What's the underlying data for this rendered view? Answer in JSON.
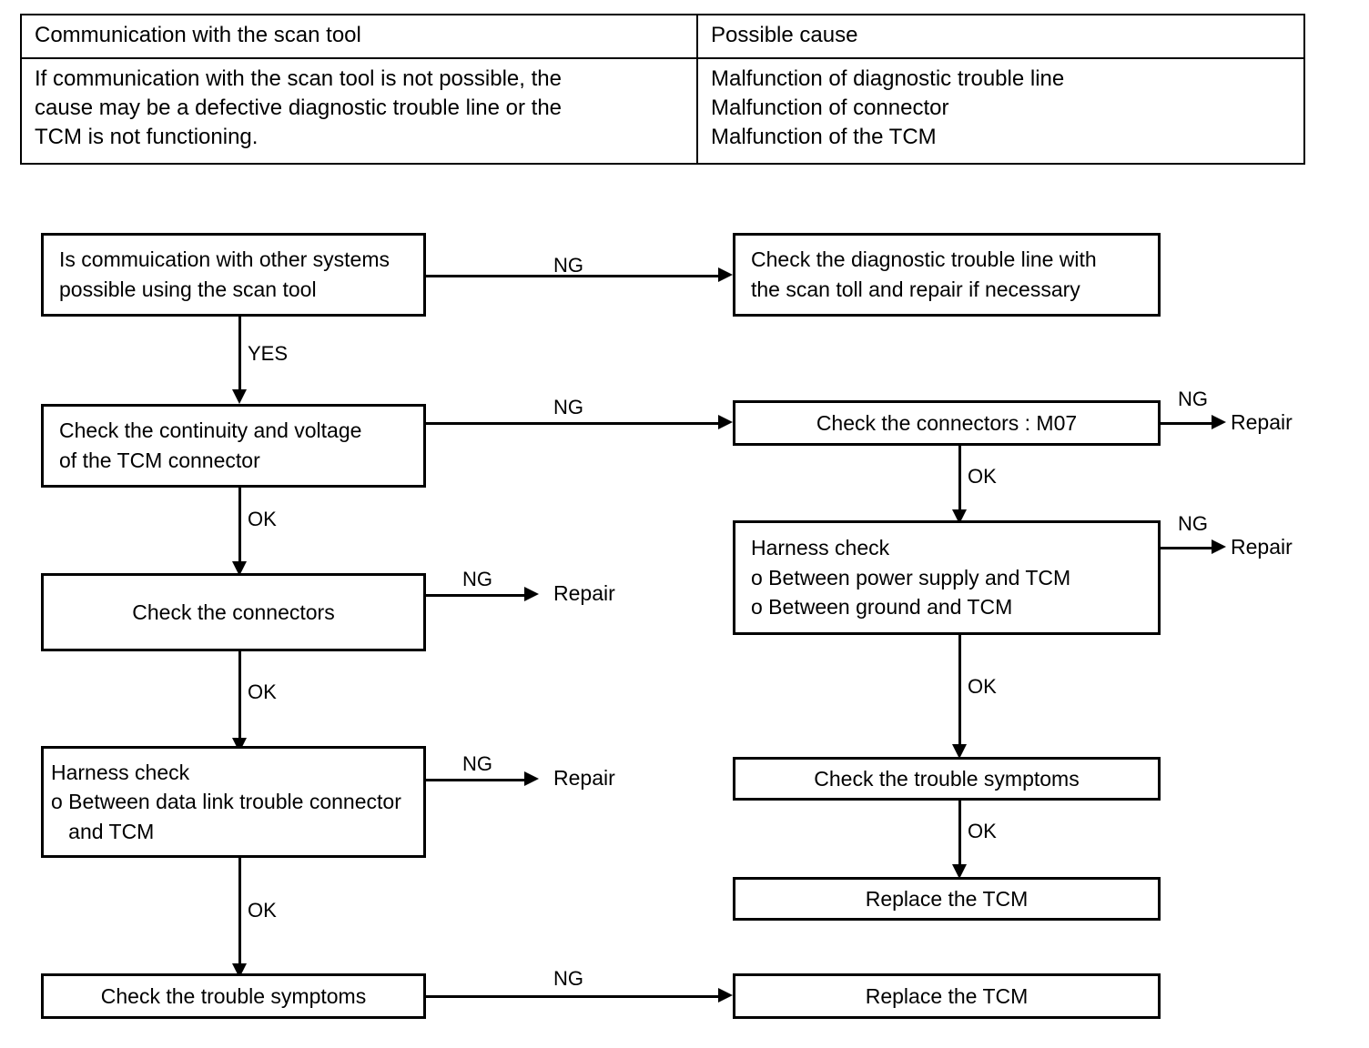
{
  "table": {
    "headers": [
      "Communication with the scan tool",
      "Possible cause"
    ],
    "symptom": "If communication with the scan tool is not possible, the cause may be a defective diagnostic trouble line or the TCM is not functioning.",
    "symptom_lines": [
      "If communication with the scan tool is not possible, the",
      "cause may be a defective diagnostic trouble line or the",
      "TCM is not functioning."
    ],
    "causes": [
      "Malfunction of diagnostic trouble line",
      "Malfunction of connector",
      "Malfunction of the TCM"
    ]
  },
  "flow": {
    "nodes": {
      "n1": {
        "lines": [
          "Is commuication with other systems",
          "possible using the scan tool"
        ]
      },
      "n2": {
        "lines": [
          "Check the diagnostic trouble line with",
          "the scan toll and repair if necessary"
        ]
      },
      "n3": {
        "lines": [
          "Check the continuity and voltage",
          "of the TCM connector"
        ]
      },
      "n4": {
        "lines": [
          "Check the connectors : M07"
        ]
      },
      "n5": {
        "lines": [
          "Check the connectors"
        ]
      },
      "n6": {
        "lines": [
          "Harness check",
          "o Between power supply and TCM",
          "o Between ground and TCM"
        ]
      },
      "n7": {
        "lines": [
          "Harness check",
          "o Between data link trouble connector",
          "   and TCM"
        ]
      },
      "n8": {
        "lines": [
          "Check the trouble symptoms"
        ]
      },
      "n9": {
        "lines": [
          "Replace the TCM"
        ]
      },
      "n10": {
        "lines": [
          "Check the trouble symptoms"
        ]
      },
      "n11": {
        "lines": [
          "Replace the TCM"
        ]
      }
    },
    "terminals": {
      "repair_left_connectors": "Repair",
      "repair_left_harness": "Repair",
      "repair_right_connectors": "Repair",
      "repair_right_harness": "Repair"
    },
    "edge_labels": {
      "e1_ng": "NG",
      "e1_yes": "YES",
      "e3_ng": "NG",
      "e3_ok": "OK",
      "e4_ng": "NG",
      "e4_ok": "OK",
      "e5_ng": "NG",
      "e5_ok": "OK",
      "e6_ng": "NG",
      "e6_ok": "OK",
      "e7_ng": "NG",
      "e7_ok": "OK",
      "e8_ok": "OK",
      "e10_ng": "NG"
    }
  },
  "colors": {
    "ink": "#000000",
    "paper": "#ffffff"
  }
}
